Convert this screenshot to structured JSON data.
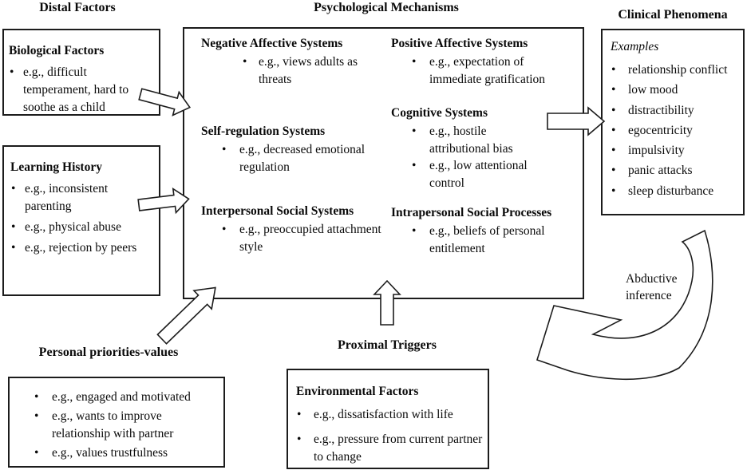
{
  "colors": {
    "background": "#ffffff",
    "line": "#1c1c1c",
    "text": "#0a0a0a"
  },
  "headings": {
    "distal_factors": "Distal Factors",
    "psychological_mechanisms": "Psychological Mechanisms",
    "clinical_phenomena": "Clinical Phenomena",
    "personal_priorities": "Personal priorities-values",
    "proximal_triggers": "Proximal Triggers"
  },
  "biological_factors": {
    "title": "Biological Factors",
    "bullets": [
      "e.g., difficult temperament, hard to soothe as a child"
    ]
  },
  "learning_history": {
    "title": "Learning History",
    "bullets": [
      "e.g., inconsistent parenting",
      "e.g., physical abuse",
      "e.g., rejection by peers"
    ]
  },
  "mechanisms": {
    "sections": [
      {
        "title": "Negative Affective Systems",
        "bullets": [
          "e.g., views adults as threats"
        ]
      },
      {
        "title": "Self-regulation Systems",
        "bullets": [
          "e.g., decreased emotional regulation"
        ]
      },
      {
        "title": "Interpersonal Social Systems",
        "bullets": [
          "e.g., preoccupied attachment style"
        ]
      },
      {
        "title": "Positive Affective Systems",
        "bullets": [
          "e.g., expectation of immediate gratification"
        ]
      },
      {
        "title": "Cognitive Systems",
        "bullets": [
          "e.g., hostile attributional bias",
          "e.g., low attentional control"
        ]
      },
      {
        "title": "Intrapersonal Social Processes",
        "bullets": [
          "e.g., beliefs of personal entitlement"
        ]
      }
    ]
  },
  "clinical_examples": {
    "title": "Examples",
    "items": [
      "relationship conflict",
      "low mood",
      "distractibility",
      "egocentricity",
      "impulsivity",
      "panic attacks",
      "sleep disturbance"
    ]
  },
  "personal_priorities_values": {
    "bullets": [
      "e.g., engaged and motivated",
      "e.g., wants to improve relationship with partner",
      "e.g., values trustfulness"
    ]
  },
  "environmental_factors": {
    "title": "Environmental Factors",
    "bullets": [
      "e.g., dissatisfaction with life",
      "e.g., pressure from current partner to change"
    ]
  },
  "annotations": {
    "abductive_inference": "Abductive inference"
  },
  "icons": {
    "arrow_biological_to_mechanisms": "block-arrow-right-down",
    "arrow_learning_to_mechanisms": "block-arrow-right",
    "arrow_mechanisms_to_clinical": "block-arrow-right",
    "arrow_triggers_to_mechanisms": "block-arrow-up",
    "arrow_priorities_to_mechanisms": "block-arrow-up-right",
    "arrow_abductive_inference": "curved-arrow-up-left"
  }
}
